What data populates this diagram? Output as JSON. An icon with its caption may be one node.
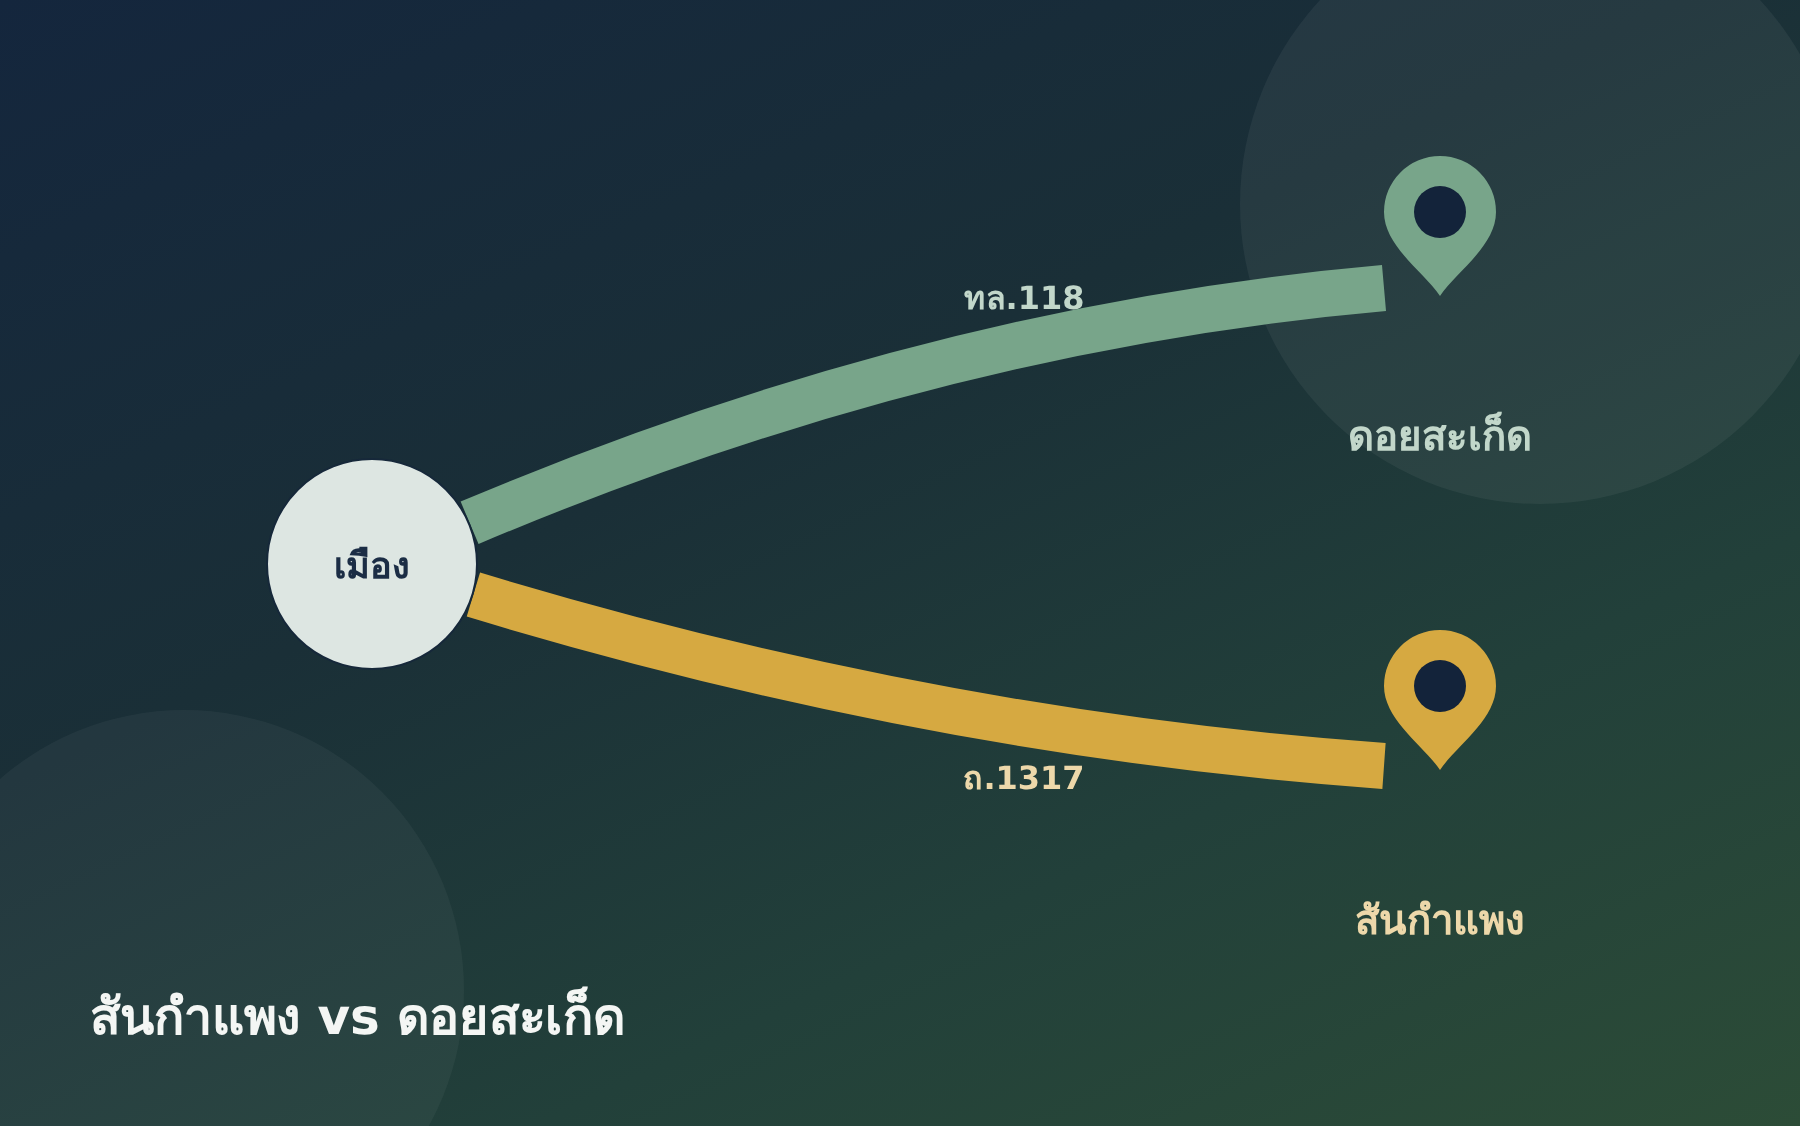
{
  "diagram": {
    "title": "สันกำแพง vs ดอยสะเก็ด",
    "nodes": [
      {
        "text": [
          "เมือง"
        ]
      },
      {
        "text": [],
        "shape": "pin",
        "beside": [
          "ดอยสะเก็ด"
        ]
      },
      {
        "text": [],
        "shape": "pin",
        "beside": [
          "สันกำแพง"
        ]
      }
    ],
    "edges": [
      {
        "from": 0,
        "to": 1,
        "arrow": "none",
        "label": "ทล.118",
        "color": "#78a58a"
      },
      {
        "from": 0,
        "to": 2,
        "arrow": "none",
        "label": "ถ.1317",
        "color": "#d6a941"
      }
    ]
  }
}
